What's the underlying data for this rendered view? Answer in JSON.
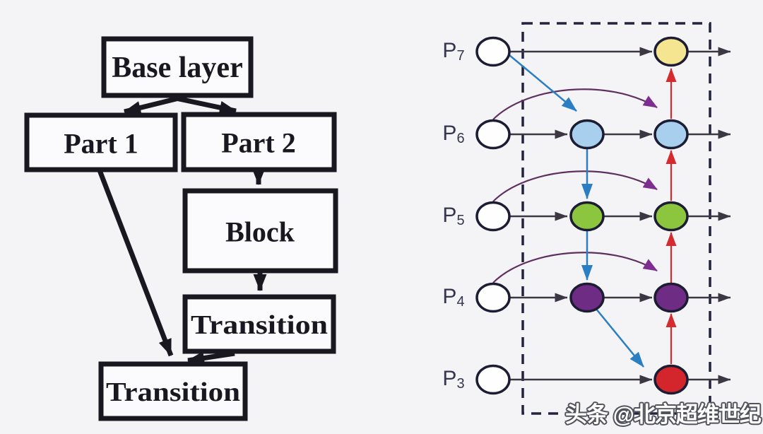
{
  "colors": {
    "background": "#f4f4f7",
    "flowchart_ink": "#191820",
    "black_arrow": "#3c3843",
    "node_stroke": "#1c1c33",
    "dashed_border": "#23233f",
    "blue_arrow": "#2b7ec1",
    "red_arrow": "#d42b30",
    "purple_arrow": "#7e2d90",
    "purple_curve": "#5e3060",
    "node_yellow": "#f5e490",
    "node_blue": "#a9cfee",
    "node_green": "#8cc63e",
    "node_purple": "#6f2c85",
    "node_red": "#d2262c",
    "node_white": "#fefefe",
    "p_label": "#35354d"
  },
  "flowchart": {
    "base_layer": "Base layer",
    "part1": "Part 1",
    "part2": "Part 2",
    "block": "Block",
    "transition_right": "Transition",
    "transition_bottom": "Transition"
  },
  "pipeline": {
    "rows": [
      {
        "label": "P",
        "sub": "7"
      },
      {
        "label": "P",
        "sub": "6"
      },
      {
        "label": "P",
        "sub": "5"
      },
      {
        "label": "P",
        "sub": "4"
      },
      {
        "label": "P",
        "sub": "3"
      }
    ]
  },
  "watermark": {
    "text": "头条 @北京超维世纪"
  }
}
